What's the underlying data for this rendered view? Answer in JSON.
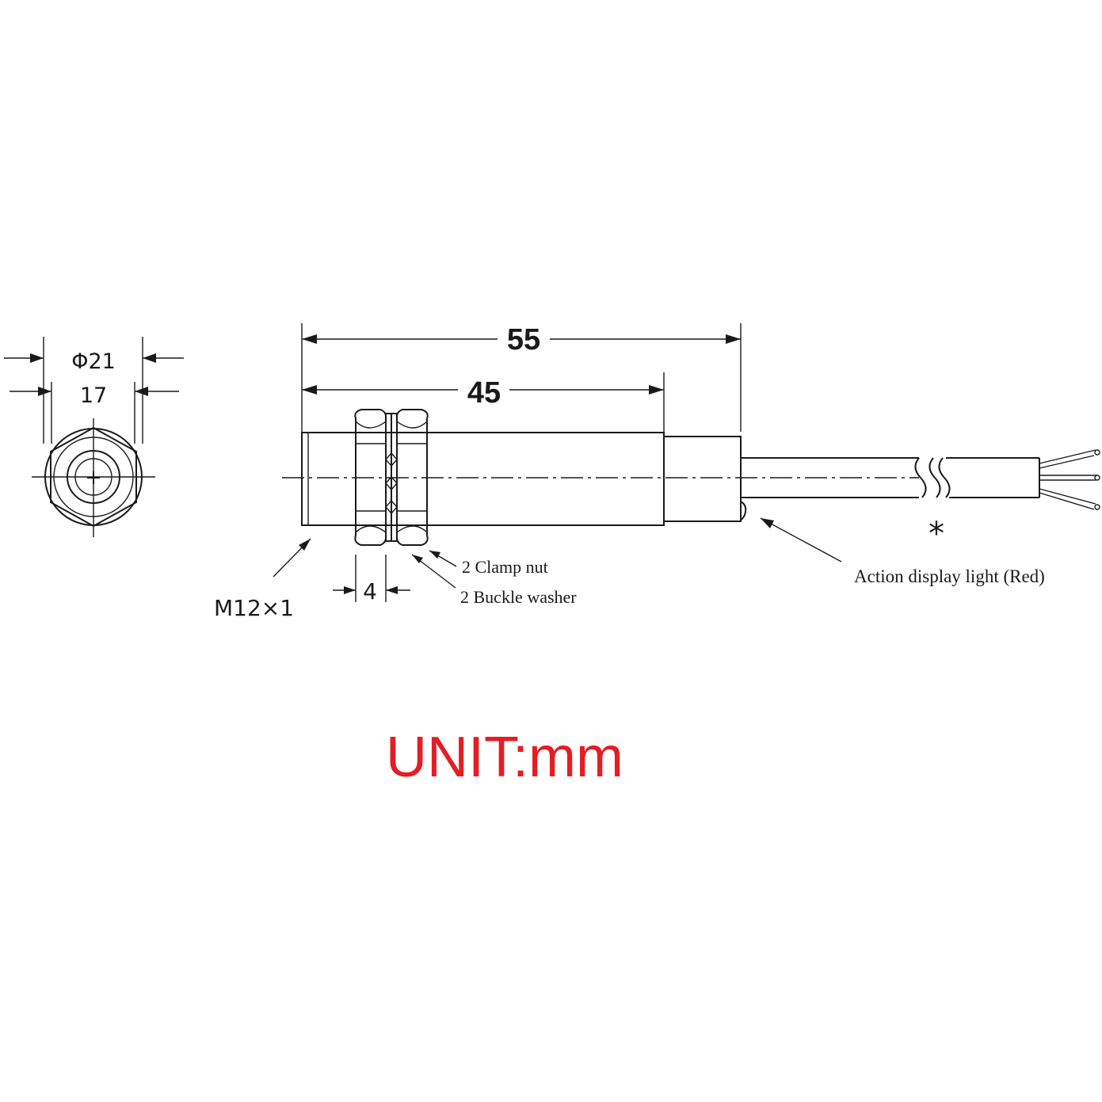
{
  "end_view": {
    "outer_dim": "Φ21",
    "inner_dim": "17"
  },
  "side_view": {
    "overall_length": "55",
    "thread_length": "45",
    "nut_width": "4",
    "thread_spec": "M12×1",
    "clamp_nut_label": "2 Clamp nut",
    "buckle_washer_label": "2 Buckle washer",
    "indicator_label": "Action display light (Red)",
    "cable_mark": "*"
  },
  "unit": {
    "text": "UNIT:mm",
    "color": "#e31e24"
  }
}
